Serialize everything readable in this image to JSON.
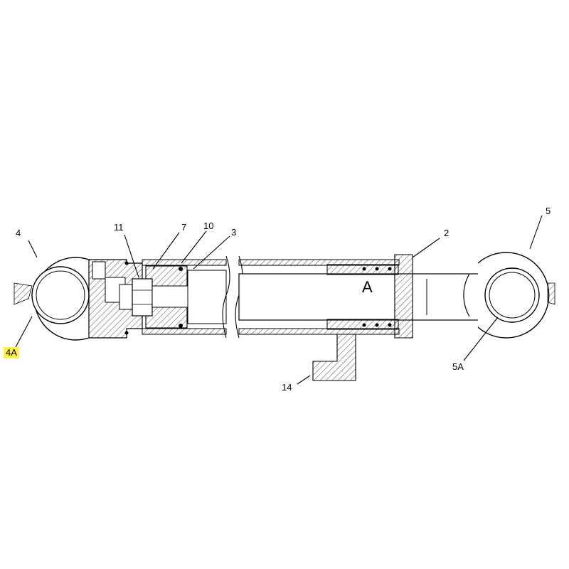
{
  "callouts": {
    "c4": "4",
    "c4a": "4A",
    "c11": "11",
    "c7": "7",
    "c10": "10",
    "c3": "3",
    "c2": "2",
    "c5": "5",
    "c5a": "5A",
    "c14": "14",
    "a": "A"
  },
  "highlight": {
    "callout": "4A",
    "color": "#fff24a"
  }
}
